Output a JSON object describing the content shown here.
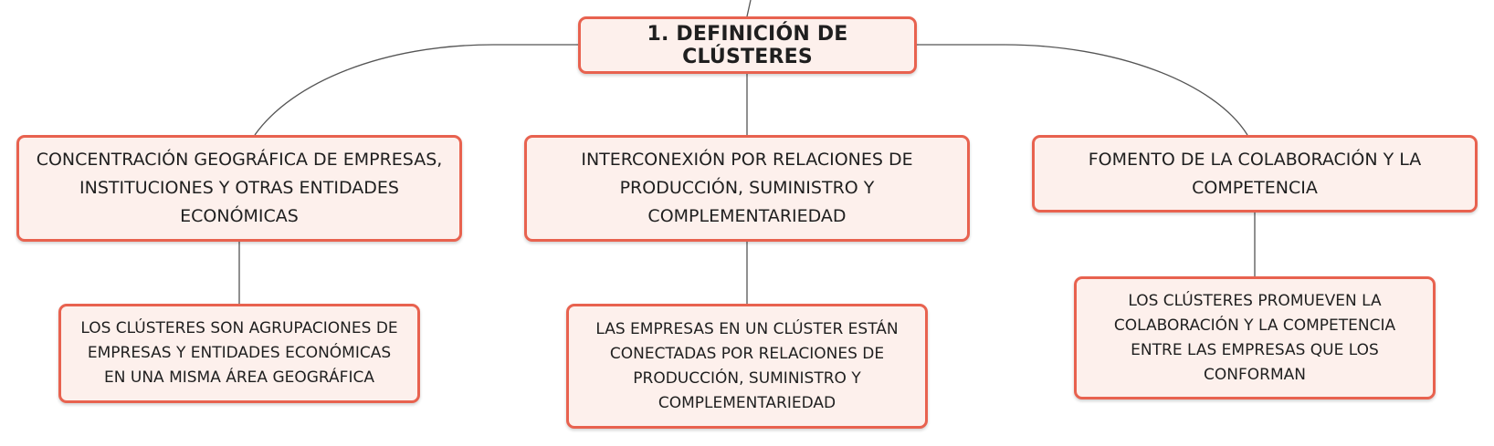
{
  "root": {
    "label": "1. DEFINICIÓN DE CLÚSTERES"
  },
  "branches": [
    {
      "label": "CONCENTRACIÓN GEOGRÁFICA DE EMPRESAS, INSTITUCIONES Y OTRAS ENTIDADES ECONÓMICAS",
      "child": "LOS CLÚSTERES SON AGRUPACIONES DE EMPRESAS Y ENTIDADES ECONÓMICAS EN UNA MISMA ÁREA GEOGRÁFICA"
    },
    {
      "label": "INTERCONEXIÓN POR RELACIONES DE PRODUCCIÓN, SUMINISTRO Y COMPLEMENTARIEDAD",
      "child": "LAS EMPRESAS EN UN CLÚSTER ESTÁN CONECTADAS POR RELACIONES DE PRODUCCIÓN, SUMINISTRO Y COMPLEMENTARIEDAD"
    },
    {
      "label": "FOMENTO DE LA COLABORACIÓN Y LA COMPETENCIA",
      "child": "LOS CLÚSTERES PROMUEVEN LA COLABORACIÓN Y LA COMPETENCIA ENTRE LAS EMPRESAS QUE LOS CONFORMAN"
    }
  ],
  "colors": {
    "node_border": "#e8624f",
    "node_fill": "#fdf0ec",
    "connector": "#555555"
  }
}
